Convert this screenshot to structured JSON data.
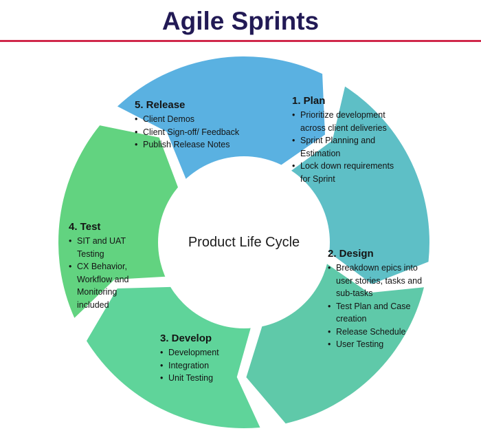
{
  "title": "Agile Sprints",
  "center_label": "Product Life Cycle",
  "colors": {
    "title": "#221a55",
    "rule": "#d0284a",
    "plan": "#5ebfc6",
    "design": "#5fc9a9",
    "develop": "#5fd49a",
    "test": "#62d380",
    "release": "#5ab1e1"
  },
  "segments": [
    {
      "id": "plan",
      "title": "1. Plan",
      "items": [
        "Prioritize development across client deliveries",
        "Sprint Planning and Estimation",
        "Lock down requirements for Sprint"
      ]
    },
    {
      "id": "design",
      "title": "2. Design",
      "items": [
        "Breakdown epics into user stories, tasks and sub-tasks",
        "Test Plan and Case creation",
        "Release Schedule",
        "User Testing"
      ]
    },
    {
      "id": "develop",
      "title": "3. Develop",
      "items": [
        "Development",
        "Integration",
        "Unit Testing"
      ]
    },
    {
      "id": "test",
      "title": "4. Test",
      "items": [
        "SIT and UAT Testing",
        "CX Behavior, Workflow and Monitoring included"
      ]
    },
    {
      "id": "release",
      "title": "5. Release",
      "items": [
        "Client Demos",
        "Client Sign-off/ Feedback",
        "Publish Release Notes"
      ]
    }
  ]
}
